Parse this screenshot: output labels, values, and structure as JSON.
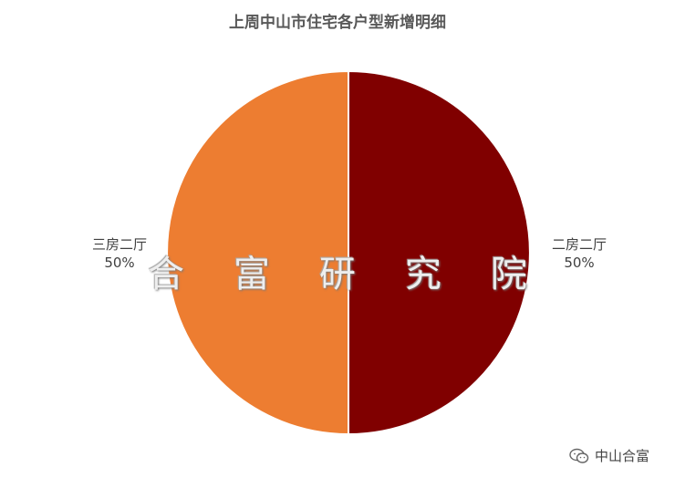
{
  "chart_data": {
    "type": "pie",
    "title": "上周中山市住宅各户型新增明细",
    "slices": [
      {
        "label": "二房二厅",
        "value": 50,
        "percent_label": "50%",
        "color": "#800000"
      },
      {
        "label": "三房二厅",
        "value": 50,
        "percent_label": "50%",
        "color": "#ED7D31"
      }
    ],
    "slice_border_color": "#ffffff"
  },
  "watermark": {
    "chars": [
      "合",
      "富",
      "研",
      "究",
      "院"
    ]
  },
  "footer": {
    "brand": "中山合富",
    "icon": "wechat-icon"
  }
}
